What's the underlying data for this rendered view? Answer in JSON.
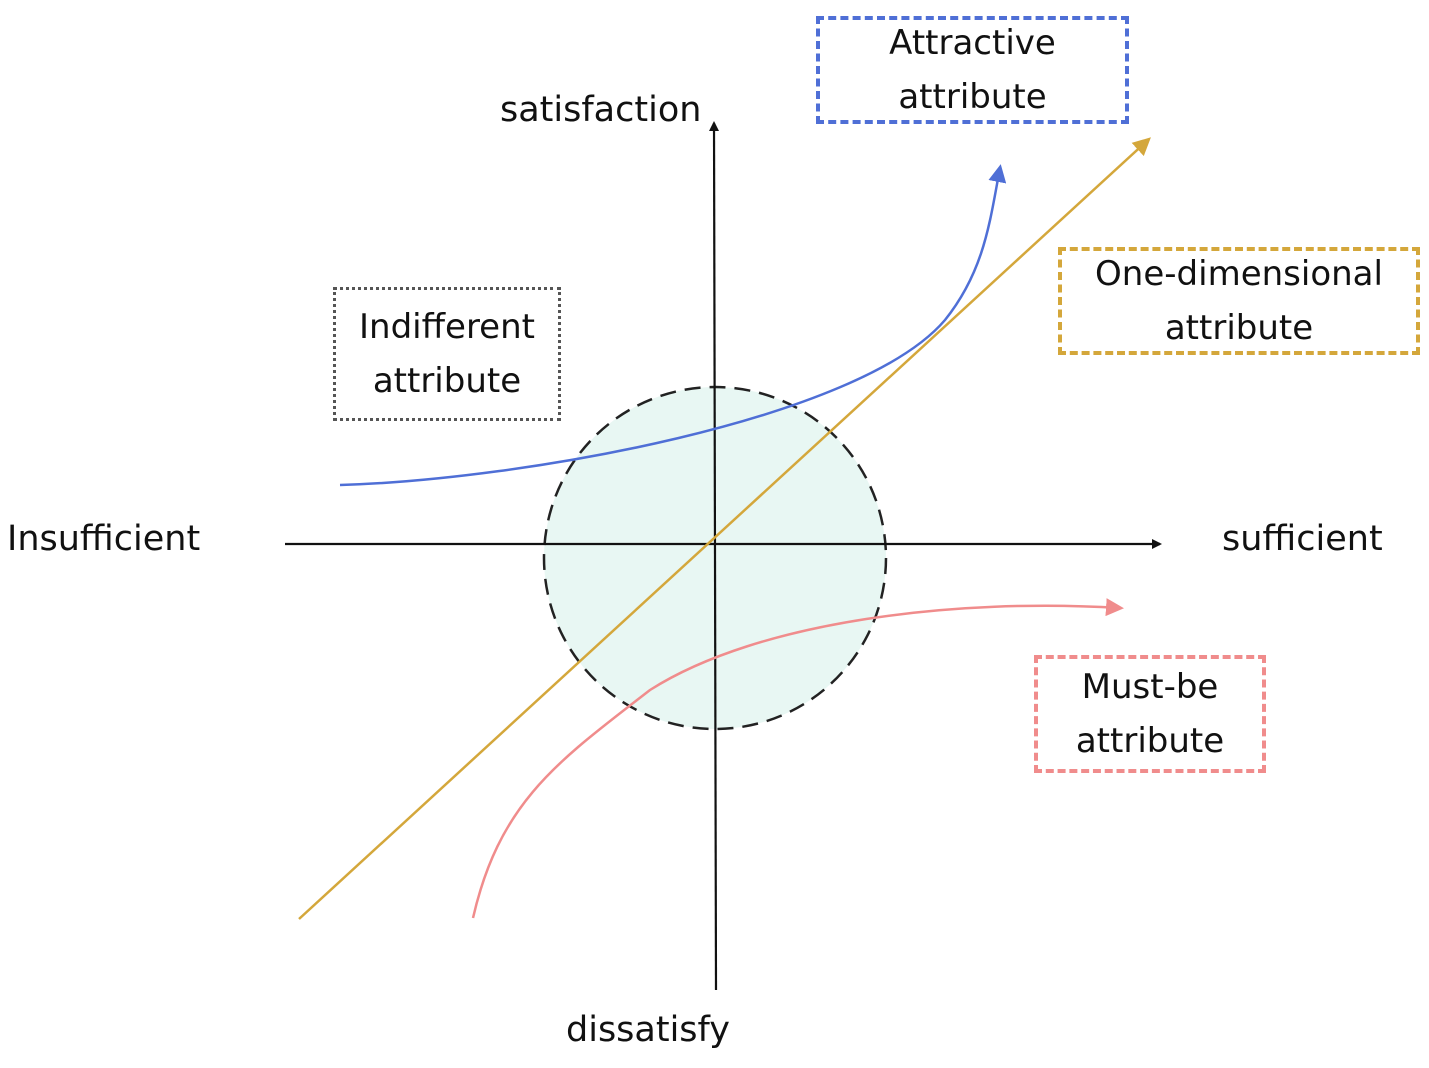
{
  "axes": {
    "top_label": "satisfaction",
    "bottom_label": "dissatisfy",
    "left_label": "Insufficient",
    "right_label": "sufficient"
  },
  "attributes": {
    "attractive": {
      "line1": "Attractive",
      "line2": "attribute"
    },
    "one_dimensional": {
      "line1": "One-dimensional",
      "line2": "attribute"
    },
    "indifferent": {
      "line1": "Indifferent",
      "line2": "attribute"
    },
    "must_be": {
      "line1": "Must-be",
      "line2": "attribute"
    }
  },
  "colors": {
    "axis": "#111111",
    "attractive": "#4f6fd6",
    "one_dimensional": "#d4a73b",
    "indifferent": "#555555",
    "must_be": "#f08c8c",
    "indifferent_zone_fill": "#e8f7f3",
    "indifferent_zone_stroke": "#222222"
  }
}
